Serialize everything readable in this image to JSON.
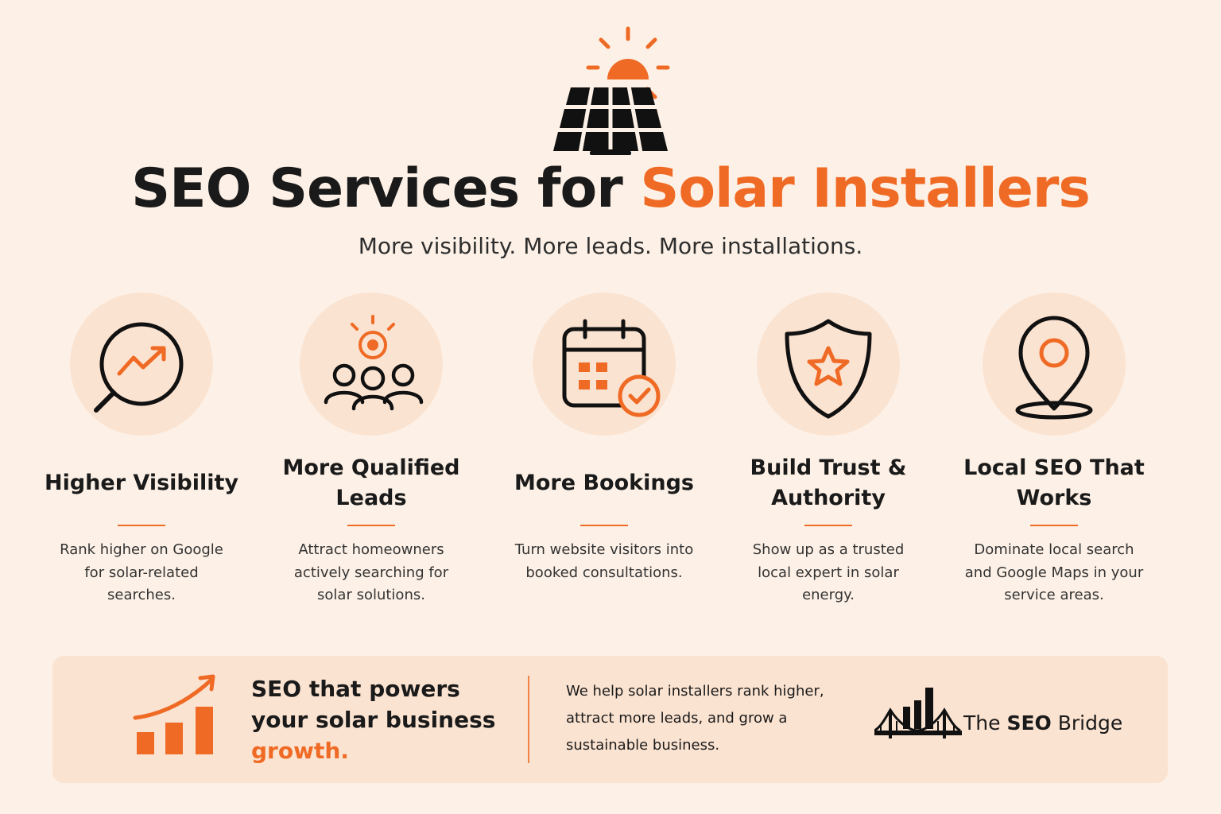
{
  "header": {
    "icon": "solar-panel-sun-icon",
    "title_main": "SEO Services for ",
    "title_accent": "Solar Installers",
    "subtitle": "More visibility. More leads. More installations."
  },
  "features": [
    {
      "icon": "magnifier-trend-icon",
      "title": "Higher Visibility",
      "description": "Rank higher on Google for solar-related searches."
    },
    {
      "icon": "users-sun-icon",
      "title": "More Qualified Leads",
      "description": "Attract homeowners actively searching for solar solutions."
    },
    {
      "icon": "calendar-check-icon",
      "title": "More Bookings",
      "description": "Turn website visitors into booked consultations."
    },
    {
      "icon": "shield-star-icon",
      "title": "Build Trust & Authority",
      "description": "Show up as a trusted local expert in solar energy."
    },
    {
      "icon": "map-pin-icon",
      "title": "Local SEO That Works",
      "description": "Dominate local search and Google Maps in your service areas."
    }
  ],
  "banner": {
    "icon": "growth-chart-icon",
    "headline": "SEO that powers your solar business",
    "headline_accent": "growth.",
    "description": "We help solar installers rank higher, attract more leads, and grow a sustainable business.",
    "logo": {
      "icon": "bridge-chart-logo-icon",
      "text_prefix": "The ",
      "text_bold": "SEO",
      "text_suffix": " Bridge"
    }
  },
  "colors": {
    "accent": "#ef6a24",
    "background": "#fdf1e7",
    "circle": "#fbe3d1",
    "text": "#1a1a1a"
  }
}
